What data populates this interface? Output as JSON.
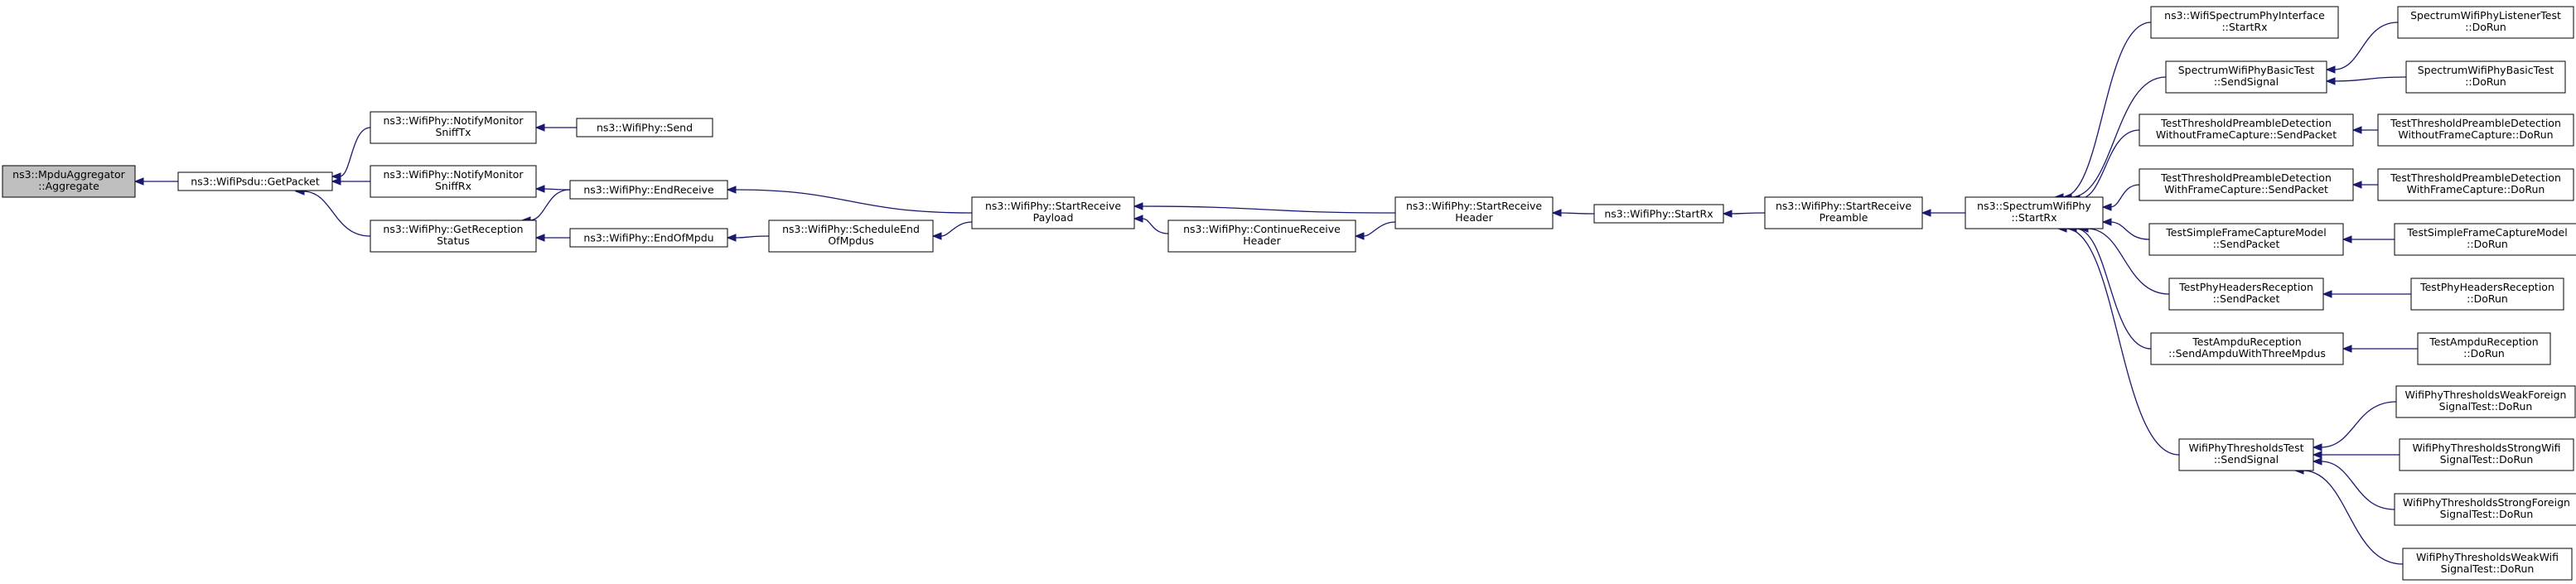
{
  "colors": {
    "edge": "#191970",
    "node_fill": "#ffffff",
    "root_fill": "#bfbfbf",
    "node_stroke": "#000000"
  },
  "nodes": [
    {
      "id": "aggregate",
      "lines": [
        "ns3::MpduAggregator",
        "::Aggregate"
      ],
      "root": true
    },
    {
      "id": "getpacket",
      "lines": [
        "ns3::WifiPsdu::GetPacket"
      ]
    },
    {
      "id": "notifytx",
      "lines": [
        "ns3::WifiPhy::NotifyMonitor",
        "SniffTx"
      ]
    },
    {
      "id": "notifyrx",
      "lines": [
        "ns3::WifiPhy::NotifyMonitor",
        "SniffRx"
      ]
    },
    {
      "id": "getreception",
      "lines": [
        "ns3::WifiPhy::GetReception",
        "Status"
      ]
    },
    {
      "id": "send",
      "lines": [
        "ns3::WifiPhy::Send"
      ]
    },
    {
      "id": "endreceive",
      "lines": [
        "ns3::WifiPhy::EndReceive"
      ]
    },
    {
      "id": "endofmpdu",
      "lines": [
        "ns3::WifiPhy::EndOfMpdu"
      ]
    },
    {
      "id": "scheduleend",
      "lines": [
        "ns3::WifiPhy::ScheduleEnd",
        "OfMpdus"
      ]
    },
    {
      "id": "startpayload",
      "lines": [
        "ns3::WifiPhy::StartReceive",
        "Payload"
      ]
    },
    {
      "id": "continueheader",
      "lines": [
        "ns3::WifiPhy::ContinueReceive",
        "Header"
      ]
    },
    {
      "id": "startheader",
      "lines": [
        "ns3::WifiPhy::StartReceive",
        "Header"
      ]
    },
    {
      "id": "startrx",
      "lines": [
        "ns3::WifiPhy::StartRx"
      ]
    },
    {
      "id": "startpreamble",
      "lines": [
        "ns3::WifiPhy::StartReceive",
        "Preamble"
      ]
    },
    {
      "id": "spectrumstartrx",
      "lines": [
        "ns3::SpectrumWifiPhy",
        "::StartRx"
      ]
    },
    {
      "id": "interface",
      "lines": [
        "ns3::WifiSpectrumPhyInterface",
        "::StartRx"
      ]
    },
    {
      "id": "basicsend",
      "lines": [
        "SpectrumWifiPhyBasicTest",
        "::SendSignal"
      ]
    },
    {
      "id": "woutsend",
      "lines": [
        "TestThresholdPreambleDetection",
        "WithoutFrameCapture::SendPacket"
      ]
    },
    {
      "id": "withsend",
      "lines": [
        "TestThresholdPreambleDetection",
        "WithFrameCapture::SendPacket"
      ]
    },
    {
      "id": "simplesend",
      "lines": [
        "TestSimpleFrameCaptureModel",
        "::SendPacket"
      ]
    },
    {
      "id": "headerssend",
      "lines": [
        "TestPhyHeadersReception",
        "::SendPacket"
      ]
    },
    {
      "id": "ampdusend",
      "lines": [
        "TestAmpduReception",
        "::SendAmpduWithThreeMpdus"
      ]
    },
    {
      "id": "thresholdssend",
      "lines": [
        "WifiPhyThresholdsTest",
        "::SendSignal"
      ]
    },
    {
      "id": "listenerrun",
      "lines": [
        "SpectrumWifiPhyListenerTest",
        "::DoRun"
      ]
    },
    {
      "id": "basicrun",
      "lines": [
        "SpectrumWifiPhyBasicTest",
        "::DoRun"
      ]
    },
    {
      "id": "woutrun",
      "lines": [
        "TestThresholdPreambleDetection",
        "WithoutFrameCapture::DoRun"
      ]
    },
    {
      "id": "withrun",
      "lines": [
        "TestThresholdPreambleDetection",
        "WithFrameCapture::DoRun"
      ]
    },
    {
      "id": "simplerun",
      "lines": [
        "TestSimpleFrameCaptureModel",
        "::DoRun"
      ]
    },
    {
      "id": "headersrun",
      "lines": [
        "TestPhyHeadersReception",
        "::DoRun"
      ]
    },
    {
      "id": "ampdurun",
      "lines": [
        "TestAmpduReception",
        "::DoRun"
      ]
    },
    {
      "id": "weakforeign",
      "lines": [
        "WifiPhyThresholdsWeakForeign",
        "SignalTest::DoRun"
      ]
    },
    {
      "id": "strongwifi",
      "lines": [
        "WifiPhyThresholdsStrongWifi",
        "SignalTest::DoRun"
      ]
    },
    {
      "id": "strongforeign",
      "lines": [
        "WifiPhyThresholdsStrongForeign",
        "SignalTest::DoRun"
      ]
    },
    {
      "id": "weakwifi",
      "lines": [
        "WifiPhyThresholdsWeakWifi",
        "SignalTest::DoRun"
      ]
    }
  ],
  "edges": [
    {
      "from": "getpacket",
      "to": "aggregate"
    },
    {
      "from": "notifytx",
      "to": "getpacket"
    },
    {
      "from": "notifyrx",
      "to": "getpacket"
    },
    {
      "from": "getreception",
      "to": "getpacket"
    },
    {
      "from": "send",
      "to": "notifytx"
    },
    {
      "from": "endreceive",
      "to": "notifyrx"
    },
    {
      "from": "endreceive",
      "to": "getreception"
    },
    {
      "from": "endofmpdu",
      "to": "getreception"
    },
    {
      "from": "startpayload",
      "to": "endreceive"
    },
    {
      "from": "scheduleend",
      "to": "endofmpdu"
    },
    {
      "from": "startpayload",
      "to": "scheduleend"
    },
    {
      "from": "startheader",
      "to": "startpayload"
    },
    {
      "from": "continueheader",
      "to": "startpayload"
    },
    {
      "from": "startheader",
      "to": "continueheader"
    },
    {
      "from": "startrx",
      "to": "startheader"
    },
    {
      "from": "startpreamble",
      "to": "startrx"
    },
    {
      "from": "spectrumstartrx",
      "to": "startpreamble"
    },
    {
      "from": "interface",
      "to": "spectrumstartrx"
    },
    {
      "from": "basicsend",
      "to": "spectrumstartrx"
    },
    {
      "from": "woutsend",
      "to": "spectrumstartrx"
    },
    {
      "from": "withsend",
      "to": "spectrumstartrx"
    },
    {
      "from": "simplesend",
      "to": "spectrumstartrx"
    },
    {
      "from": "headerssend",
      "to": "spectrumstartrx"
    },
    {
      "from": "ampdusend",
      "to": "spectrumstartrx"
    },
    {
      "from": "thresholdssend",
      "to": "spectrumstartrx"
    },
    {
      "from": "listenerrun",
      "to": "basicsend"
    },
    {
      "from": "basicrun",
      "to": "basicsend"
    },
    {
      "from": "woutrun",
      "to": "woutsend"
    },
    {
      "from": "withrun",
      "to": "withsend"
    },
    {
      "from": "simplerun",
      "to": "simplesend"
    },
    {
      "from": "headersrun",
      "to": "headerssend"
    },
    {
      "from": "ampdurun",
      "to": "ampdusend"
    },
    {
      "from": "weakforeign",
      "to": "thresholdssend"
    },
    {
      "from": "strongwifi",
      "to": "thresholdssend"
    },
    {
      "from": "strongforeign",
      "to": "thresholdssend"
    },
    {
      "from": "weakwifi",
      "to": "thresholdssend"
    }
  ]
}
